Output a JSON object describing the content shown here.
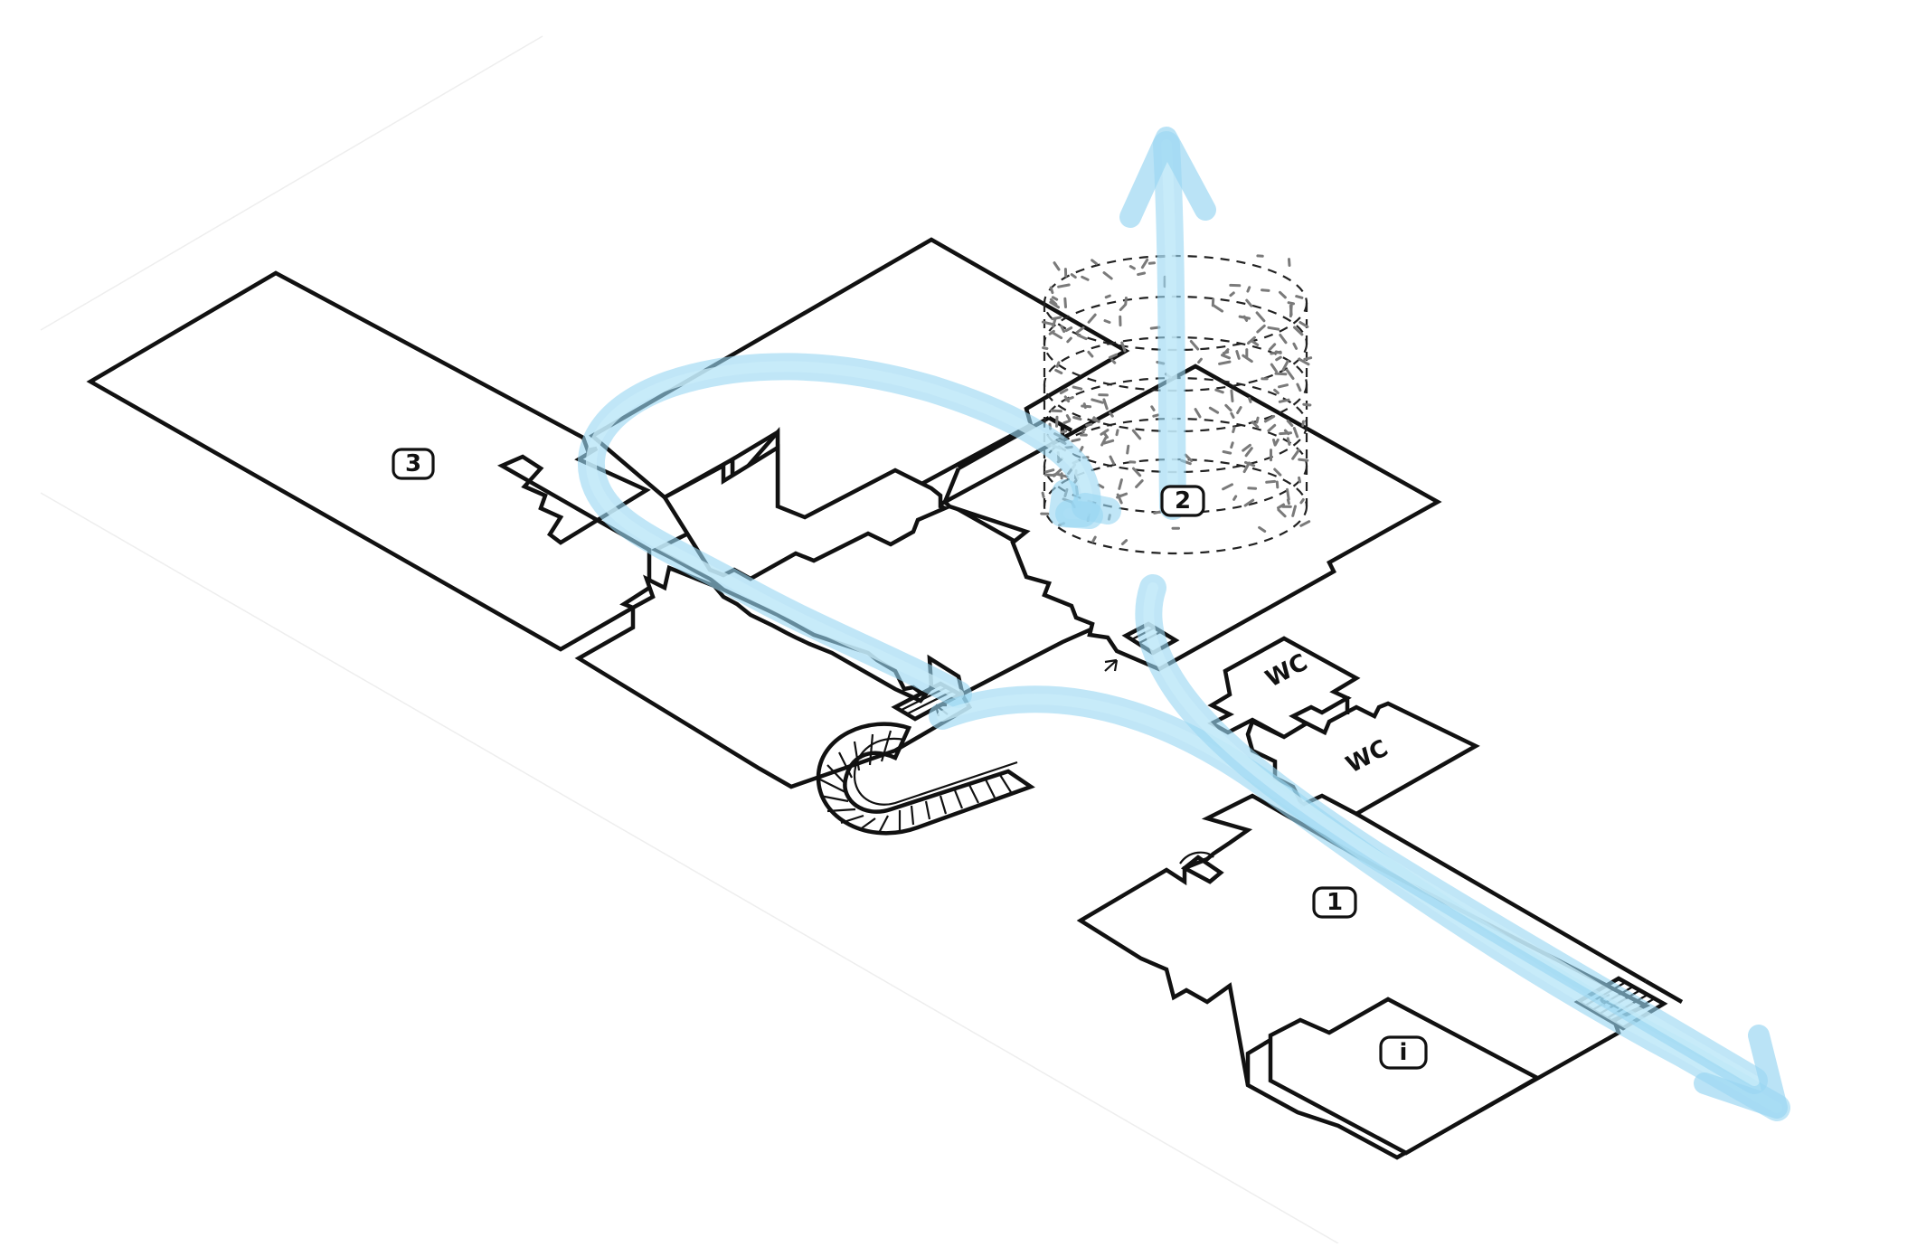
{
  "diagram": {
    "rooms": [
      {
        "id": "room-3",
        "label": "3"
      },
      {
        "id": "room-2",
        "label": "2"
      },
      {
        "id": "room-1",
        "label": "1"
      },
      {
        "id": "info",
        "label": "i"
      }
    ],
    "toilets": [
      {
        "id": "wc-upper",
        "label": "WC"
      },
      {
        "id": "wc-lower",
        "label": "WC"
      }
    ],
    "colors": {
      "walls": "#111111",
      "circulation_flow": "#9ad6f2",
      "background": "#ffffff",
      "tower_hatch": "#7a7a7a"
    },
    "icons": [
      "spiral-staircase-icon",
      "straight-stair-icon",
      "entrance-arrow-icon",
      "reception-desk-icon",
      "vertical-exit-arrow-icon",
      "exit-arrow-icon"
    ]
  }
}
